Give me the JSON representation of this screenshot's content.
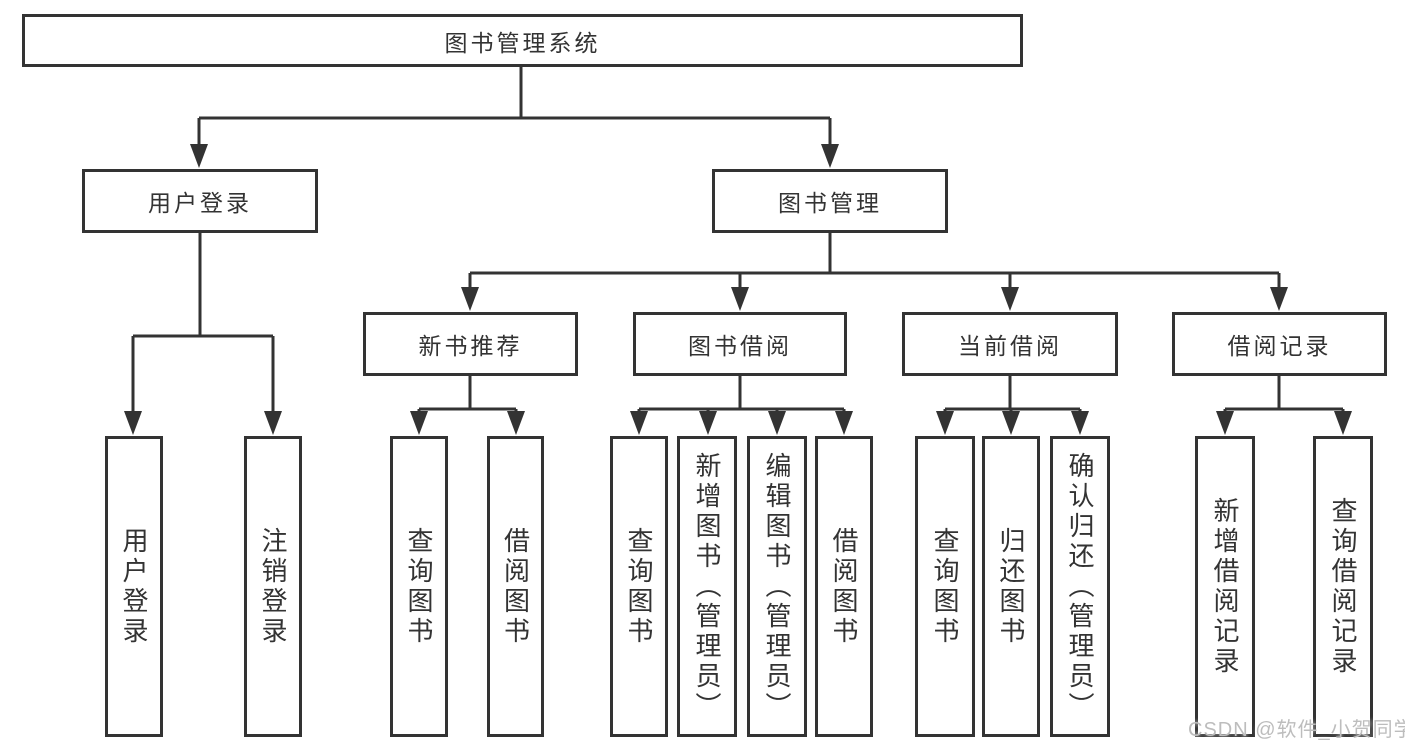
{
  "colors": {
    "background": "#ffffff",
    "line": "#333333",
    "border": "#333333",
    "text": "#333333",
    "watermark": "#bdbdbd"
  },
  "tree": {
    "label": "图书管理系统",
    "children": [
      {
        "label": "用户登录",
        "children": [
          {
            "label": "用户登录"
          },
          {
            "label": "注销登录"
          }
        ]
      },
      {
        "label": "图书管理",
        "children": [
          {
            "label": "新书推荐",
            "children": [
              {
                "label": "查询图书"
              },
              {
                "label": "借阅图书"
              }
            ]
          },
          {
            "label": "图书借阅",
            "children": [
              {
                "label": "查询图书"
              },
              {
                "label": "新增图书（管理员）"
              },
              {
                "label": "编辑图书（管理员）"
              },
              {
                "label": "借阅图书"
              }
            ]
          },
          {
            "label": "当前借阅",
            "children": [
              {
                "label": "查询图书"
              },
              {
                "label": "归还图书"
              },
              {
                "label": "确认归还（管理员）"
              }
            ]
          },
          {
            "label": "借阅记录",
            "children": [
              {
                "label": "新增借阅记录"
              },
              {
                "label": "查询借阅记录"
              }
            ]
          }
        ]
      }
    ]
  },
  "watermark": {
    "text": "CSDN @软件_小贺同学"
  }
}
